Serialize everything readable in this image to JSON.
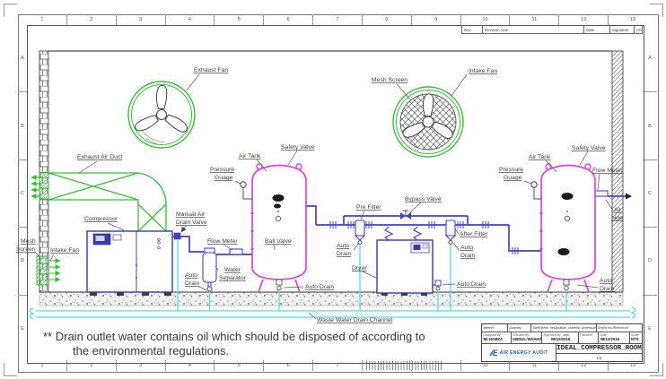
{
  "frame": {
    "ruler_numbers": [
      "1",
      "2",
      "3",
      "4",
      "5",
      "6",
      "7",
      "8",
      "9",
      "10",
      "11",
      "12",
      "13"
    ],
    "zone_letters": [
      "A",
      "B",
      "C",
      "D",
      "E"
    ],
    "revision_headers": [
      "Rev.",
      "Revision note",
      "Date",
      "Signature",
      "Checked"
    ]
  },
  "labels": {
    "exhaust_fan": "Exhaust Fan",
    "intake_fan_top": "Intake Fan",
    "mesh_screen_top": "Mesh Screen",
    "exhaust_air_duct": "Exhaust Air Duct",
    "mesh_left_1": "Mesh",
    "mesh_left_2": "Screen",
    "intake_fan_left": "Intake Fan",
    "compressor": "Compressor",
    "manual_air_1": "Manual Air",
    "manual_air_2": "Drain Valve",
    "flow_meter_1": "Flow Meter",
    "water_sep_1": "Water",
    "water_sep_2": "Separator",
    "auto_drain_sep_1": "Auto",
    "auto_drain_sep_2": "Drain",
    "ball_valve": "Ball Valve",
    "air_tank_1": "Air Tank",
    "safety_valve_1": "Safety Valve",
    "pressure_1a": "Pressure",
    "pressure_1b": "Guage",
    "auto_drain_tank1": "Auto Drain",
    "pre_filter": "Pre Filter",
    "bypass_valve": "Bypass Valve",
    "auto_drain_pre_1": "Auto",
    "auto_drain_pre_2": "Drain",
    "dryer": "Dryer",
    "after_filter": "After Filter",
    "auto_drain_after_1": "Auto",
    "auto_drain_after_2": "Drain",
    "auto_drain_dryer": "Auto Drain",
    "air_tank_2": "Air Tank",
    "safety_valve_2": "Safety Valve",
    "pressure_2a": "Pressure",
    "pressure_2b": "Guage",
    "flow_meter_2": "Flow Meter",
    "air_pipe_1": "Air",
    "air_pipe_2": "pipe",
    "auto_drain_tank2_1": "Auto",
    "auto_drain_tank2_2": "Drain",
    "waste_channel": "Waste Water Drain Channel"
  },
  "note": {
    "line1": "** Drain outlet water contains oil which should be disposed of according to",
    "line2": "the environmental regulations."
  },
  "title_block": {
    "row1": [
      "Itemref",
      "Quantity",
      "Title/Name, designation, material, dimension etc",
      "Article No./Reference"
    ],
    "designed_by_label": "Designed by",
    "designed_by": "Mr.HAMZA",
    "checked_by_label": "Checked by",
    "checked_by": "ABDUL-WAHHAB",
    "approved_label": "Approved by - date",
    "approved": "08/12/2016",
    "filename_label": "Filename",
    "date_label": "Date",
    "date": "08/12/2016",
    "scale_label": "Scale",
    "scale": "NTS",
    "logo_mark": "Æ",
    "logo_text": "AIR ENERGY AUDIT",
    "title": "IDEAL_COMPRESSOR_ROOM",
    "sheet": "1/1"
  },
  "colors": {
    "green": "#35c135",
    "magenta": "#e83ae8",
    "pipe_blue": "#4343c8",
    "drain_cyan": "#49e3e3",
    "logo_blue": "#2b5fae"
  }
}
